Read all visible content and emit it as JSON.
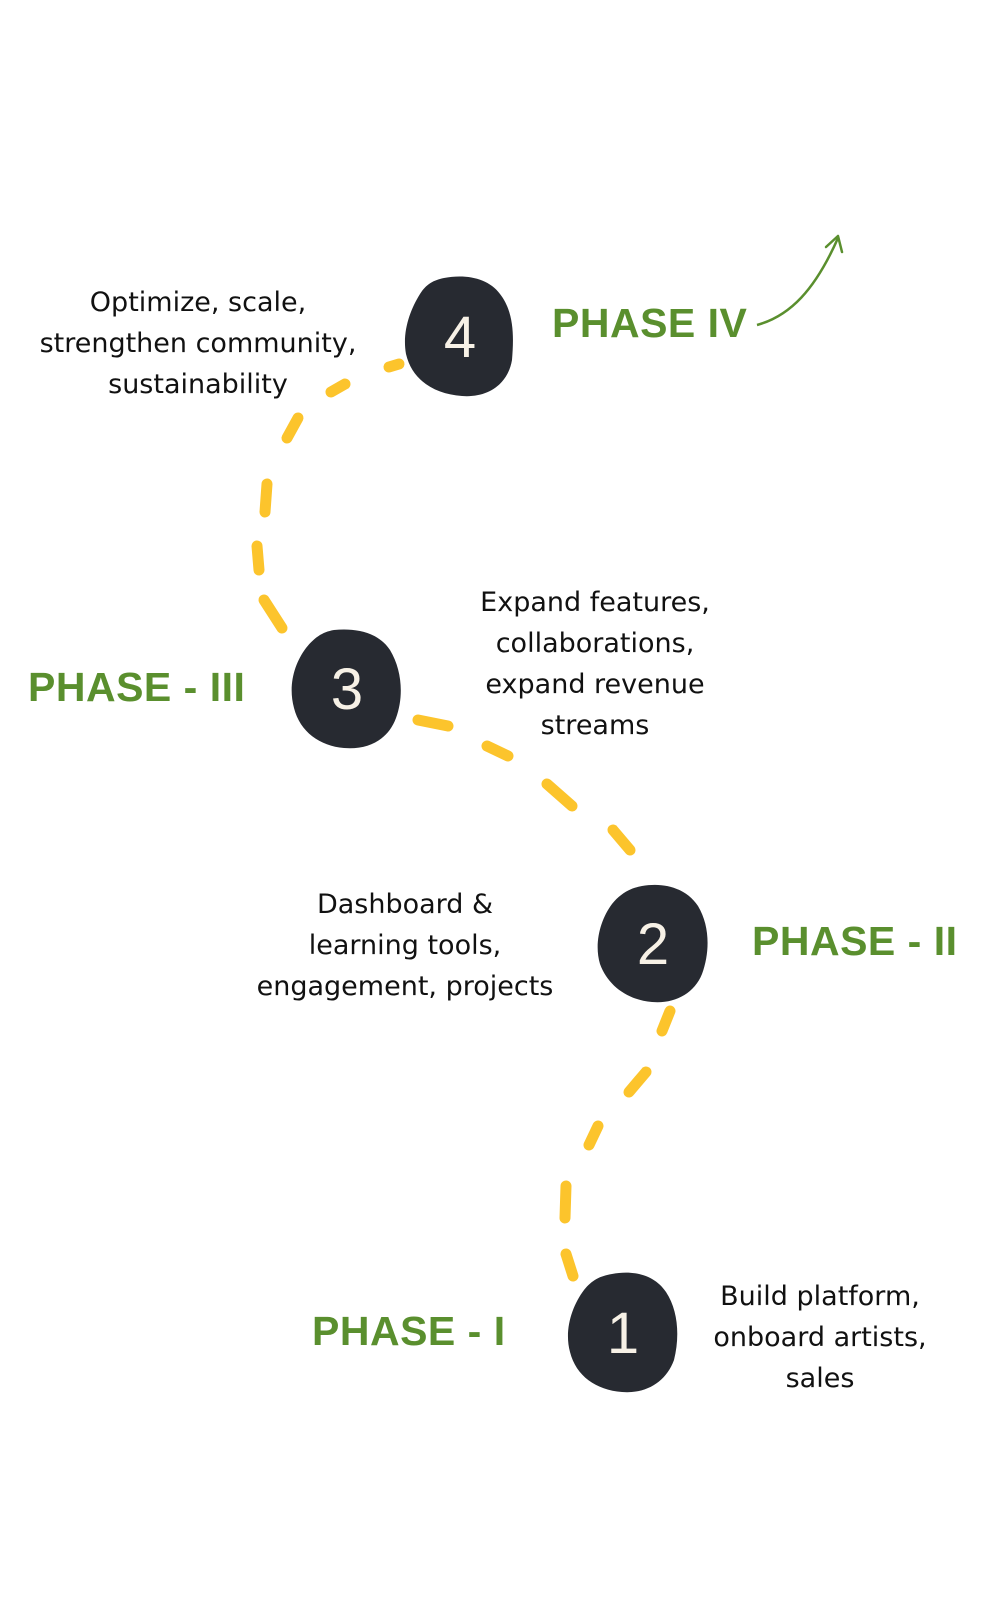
{
  "colors": {
    "blob": "#272a31",
    "blob_number": "#f7f1e6",
    "phase_label": "#5a8f2e",
    "dash_path": "#fcc42c",
    "arrow": "#5a8f2e",
    "text": "#111111"
  },
  "phases": [
    {
      "number": "1",
      "label": "PHASE - I",
      "description": [
        "Build platform,",
        "onboard artists,",
        "sales"
      ]
    },
    {
      "number": "2",
      "label": "PHASE - II",
      "description": [
        "Dashboard  &",
        "learning tools,",
        "engagement, projects"
      ]
    },
    {
      "number": "3",
      "label": "PHASE - III",
      "description": [
        "Expand features,",
        "collaborations,",
        "expand revenue",
        "streams"
      ]
    },
    {
      "number": "4",
      "label": "PHASE IV",
      "description": [
        "Optimize, scale,",
        "strengthen community,",
        "sustainability"
      ]
    }
  ],
  "decorations": {
    "path_icon": "dashed-curvy-path",
    "arrow_icon": "curved-arrow-up-right"
  }
}
